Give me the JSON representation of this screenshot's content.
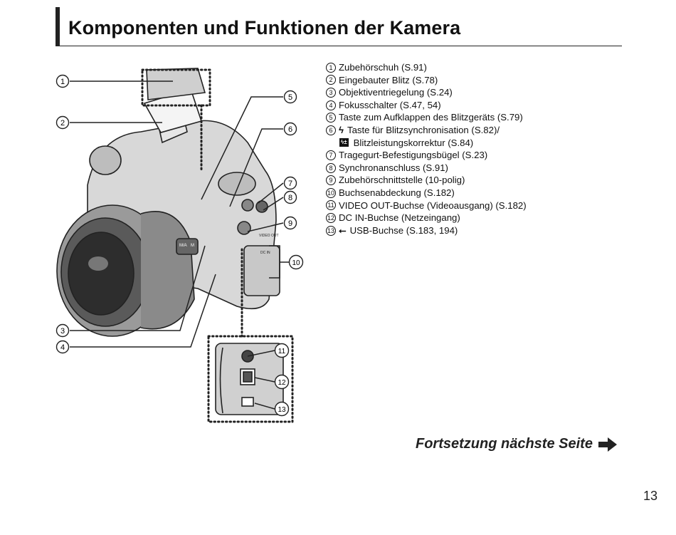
{
  "header": {
    "title": "Komponenten und Funktionen der Kamera"
  },
  "legend": [
    {
      "num": "1",
      "text": "Zubehörschuh (S.91)"
    },
    {
      "num": "2",
      "text": "Eingebauter Blitz (S.78)"
    },
    {
      "num": "3",
      "text": "Objektiventriegelung (S.24)"
    },
    {
      "num": "4",
      "text": "Fokusschalter (S.47, 54)"
    },
    {
      "num": "5",
      "text": "Taste zum Aufklappen des Blitzgeräts (S.79)"
    },
    {
      "num": "6",
      "glyph": "ϟ",
      "text": "Taste für Blitzsynchronisation (S.82)/"
    },
    {
      "glyph_box": "ϟ±",
      "text": "Blitzleistungskorrektur (S.84)"
    },
    {
      "num": "7",
      "text": "Tragegurt-Befestigungsbügel (S.23)"
    },
    {
      "num": "8",
      "text": "Synchronanschluss (S.91)"
    },
    {
      "num": "9",
      "text": "Zubehörschnittstelle (10-polig)"
    },
    {
      "num": "10",
      "text": "Buchsenabdeckung (S.182)"
    },
    {
      "num": "11",
      "text": "VIDEO OUT-Buchse (Videoausgang) (S.182)"
    },
    {
      "num": "12",
      "text": "DC IN-Buchse (Netzeingang)"
    },
    {
      "num": "13",
      "glyph": "⭠",
      "text": "USB-Buchse (S.183, 194)"
    }
  ],
  "figure": {
    "callouts": [
      "1",
      "2",
      "3",
      "4",
      "5",
      "6",
      "7",
      "8",
      "9",
      "10",
      "11",
      "12",
      "13"
    ],
    "lens_labels": {
      "mode_ma": "M/A",
      "mode_m": "M"
    },
    "terminal_labels": {
      "video": "VIDEO OUT",
      "dc": "DC IN"
    }
  },
  "footer": {
    "continue_label": "Fortsetzung nächste Seite",
    "page_number": "13"
  }
}
